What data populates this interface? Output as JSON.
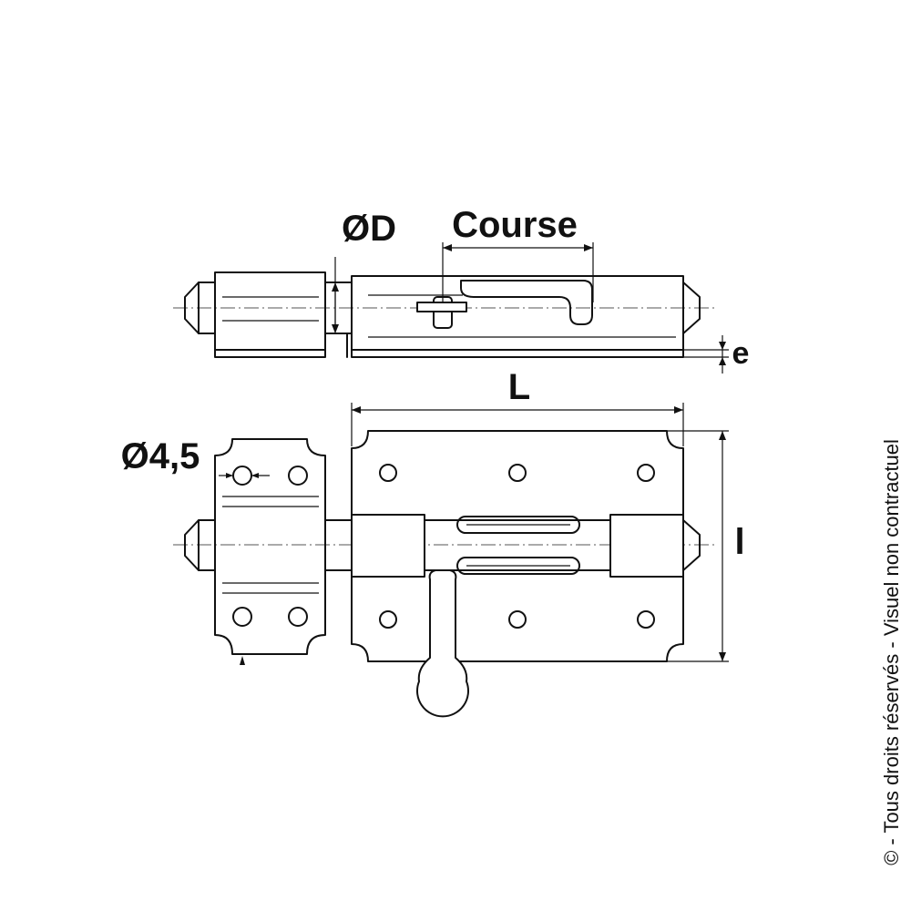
{
  "labels": {
    "diameter_d": "ØD",
    "course": "Course",
    "thickness": "e",
    "length": "L",
    "hole_diameter": "Ø4,5",
    "width": "l"
  },
  "copyright": "© - Tous droits réservés - Visuel non contractuel",
  "colors": {
    "line": "#111111",
    "axis": "#555555",
    "background": "#ffffff"
  }
}
